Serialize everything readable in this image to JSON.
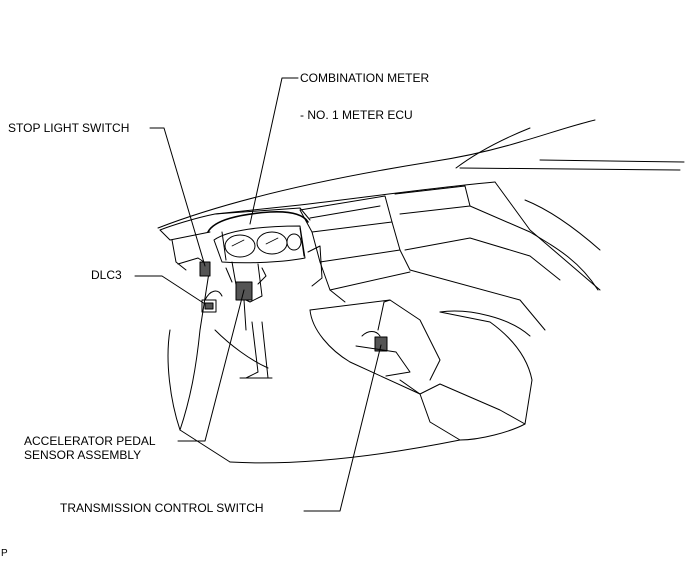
{
  "labels": {
    "combination_meter": "COMBINATION METER",
    "meter_ecu": "- NO. 1 METER ECU",
    "stop_light_switch": "STOP LIGHT SWITCH",
    "dlc3": "DLC3",
    "accelerator_pedal_line1": "ACCELERATOR PEDAL",
    "accelerator_pedal_line2": "SENSOR ASSEMBLY",
    "transmission_control_switch": "TRANSMISSION CONTROL SWITCH",
    "corner_code": "P"
  }
}
